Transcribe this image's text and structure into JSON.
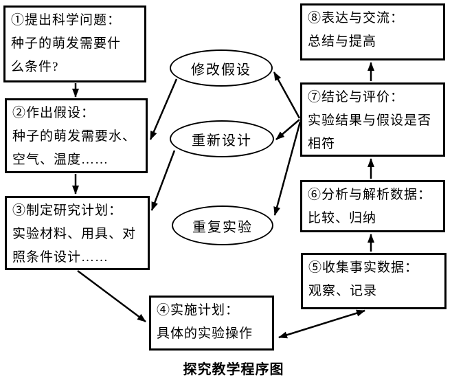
{
  "caption": "探究教学程序图",
  "colors": {
    "line": "#000000",
    "box_background": "#ffffff",
    "page_background": "#ffffff"
  },
  "boxes": [
    {
      "id": "box1",
      "name": "pose-scientific-question",
      "lines": [
        "①提出科学问题：",
        "种子的萌发需要什",
        "么条件?"
      ]
    },
    {
      "id": "box2",
      "name": "make-hypothesis",
      "lines": [
        "②作出假设：",
        "种子的萌发需要水、",
        "空气、温度……"
      ]
    },
    {
      "id": "box3",
      "name": "make-research-plan",
      "lines": [
        "③制定研究计划：",
        "实验材料、用具、对",
        "照条件设计……"
      ]
    },
    {
      "id": "box4",
      "name": "implement-plan",
      "lines": [
        "④实施计划：",
        "具体的实验操作"
      ]
    },
    {
      "id": "box5",
      "name": "collect-factual-data",
      "lines": [
        "⑤收集事实数据：",
        "观察、记录"
      ]
    },
    {
      "id": "box6",
      "name": "analyze-interpret-data",
      "lines": [
        "⑥分析与解析数据：",
        "比较、归纳"
      ]
    },
    {
      "id": "box7",
      "name": "conclusion-evaluation",
      "lines": [
        "⑦结论与评价：",
        "实验结果与假设是否",
        "相符"
      ]
    },
    {
      "id": "box8",
      "name": "express-communicate",
      "lines": [
        "⑧表达与交流：",
        "总结与提高"
      ]
    }
  ],
  "ellipses": [
    {
      "id": "e1",
      "name": "modify-hypothesis",
      "label": "修改假设"
    },
    {
      "id": "e2",
      "name": "redesign",
      "label": "重新设计"
    },
    {
      "id": "e3",
      "name": "repeat-experiment",
      "label": "重复实验"
    }
  ],
  "edges": [
    {
      "from": "①提出科学问题",
      "to": "②作出假设"
    },
    {
      "from": "②作出假设",
      "to": "③制定研究计划"
    },
    {
      "from": "③制定研究计划",
      "to": "④实施计划"
    },
    {
      "from": "⑤收集事实数据",
      "to": "④实施计划",
      "bidirectional": true
    },
    {
      "from": "⑤收集事实数据",
      "to": "⑥分析与解析数据"
    },
    {
      "from": "⑥分析与解析数据",
      "to": "⑦结论与评价"
    },
    {
      "from": "⑦结论与评价",
      "to": "⑧表达与交流"
    },
    {
      "from": "⑦结论与评价",
      "to": "修改假设"
    },
    {
      "from": "⑦结论与评价",
      "to": "重新设计"
    },
    {
      "from": "⑦结论与评价",
      "to": "重复实验"
    },
    {
      "from": "修改假设",
      "to": "②作出假设"
    },
    {
      "from": "重新设计",
      "to": "③制定研究计划"
    }
  ]
}
